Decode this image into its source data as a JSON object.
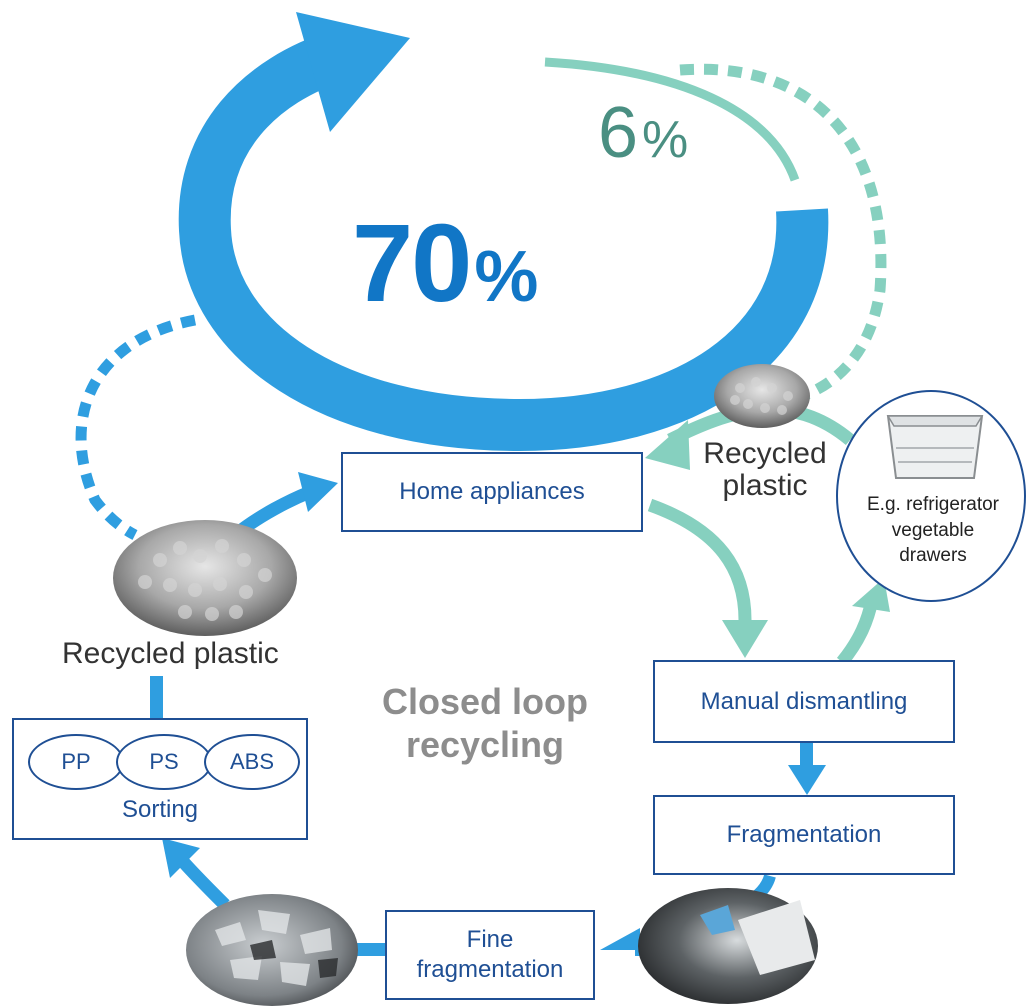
{
  "percent_main": "70",
  "percent_main_sign": "%",
  "percent_small": "6",
  "percent_small_sign": "%",
  "nodes": {
    "home_appliances": "Home appliances",
    "manual_dismantling": "Manual dismantling",
    "fragmentation": "Fragmentation",
    "fine_fragmentation_line1": "Fine",
    "fine_fragmentation_line2": "fragmentation",
    "sorting": "Sorting"
  },
  "resins": [
    "PP",
    "PS",
    "ABS"
  ],
  "recycled_plastic_left": "Recycled plastic",
  "recycled_plastic_right_line1": "Recycled",
  "recycled_plastic_right_line2": "plastic",
  "example_line1": "E.g. refrigerator",
  "example_line2": "vegetable",
  "example_line3": "drawers",
  "center_line1": "Closed loop",
  "center_line2": "recycling",
  "colors": {
    "blue_arrow": "#2f9ee0",
    "teal_arrow": "#86d0bf",
    "box_border": "#1f4f94",
    "percent_main": "#1176c6",
    "percent_small": "#4a8f82"
  }
}
